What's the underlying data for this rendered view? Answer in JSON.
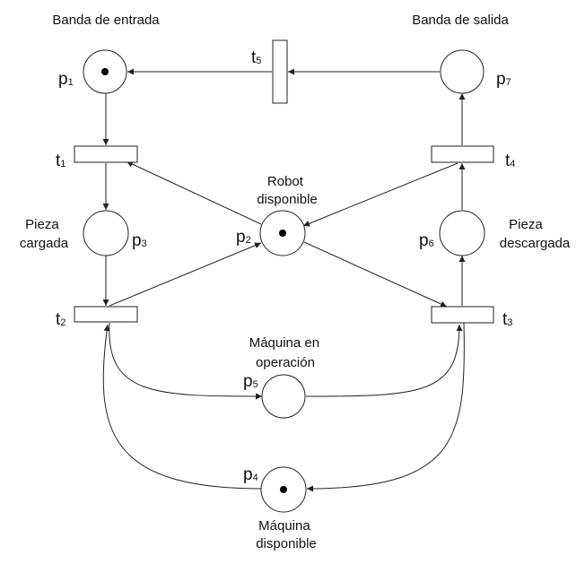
{
  "places": [
    {
      "id": "p1",
      "letter": "p",
      "index": "1",
      "label": "Banda de entrada",
      "tokens": 1
    },
    {
      "id": "p2",
      "letter": "p",
      "index": "2",
      "label": "Robot disponible",
      "tokens": 1
    },
    {
      "id": "p3",
      "letter": "p",
      "index": "3",
      "label": "Pieza cargada",
      "tokens": 0
    },
    {
      "id": "p4",
      "letter": "p",
      "index": "4",
      "label": "Máquina disponible",
      "tokens": 1
    },
    {
      "id": "p5",
      "letter": "p",
      "index": "5",
      "label": "Máquina en operación",
      "tokens": 0
    },
    {
      "id": "p6",
      "letter": "p",
      "index": "6",
      "label": "Pieza descargada",
      "tokens": 0
    },
    {
      "id": "p7",
      "letter": "p",
      "index": "7",
      "label": "Banda de salida",
      "tokens": 0
    }
  ],
  "transitions": [
    {
      "id": "t1",
      "letter": "t",
      "index": "1"
    },
    {
      "id": "t2",
      "letter": "t",
      "index": "2"
    },
    {
      "id": "t3",
      "letter": "t",
      "index": "3"
    },
    {
      "id": "t4",
      "letter": "t",
      "index": "4"
    },
    {
      "id": "t5",
      "letter": "t",
      "index": "5"
    }
  ],
  "arcs": [
    {
      "from": "t5",
      "to": "p1"
    },
    {
      "from": "p7",
      "to": "t5"
    },
    {
      "from": "p1",
      "to": "t1"
    },
    {
      "from": "t1",
      "to": "p3"
    },
    {
      "from": "p3",
      "to": "t2"
    },
    {
      "from": "t2",
      "to": "p2"
    },
    {
      "from": "p2",
      "to": "t1"
    },
    {
      "from": "t4",
      "to": "p2"
    },
    {
      "from": "p2",
      "to": "t3"
    },
    {
      "from": "t3",
      "to": "p6"
    },
    {
      "from": "p6",
      "to": "t4"
    },
    {
      "from": "t4",
      "to": "p7"
    },
    {
      "from": "t2",
      "to": "p5"
    },
    {
      "from": "p5",
      "to": "t3"
    },
    {
      "from": "t3",
      "to": "p4"
    },
    {
      "from": "p4",
      "to": "t2"
    }
  ]
}
